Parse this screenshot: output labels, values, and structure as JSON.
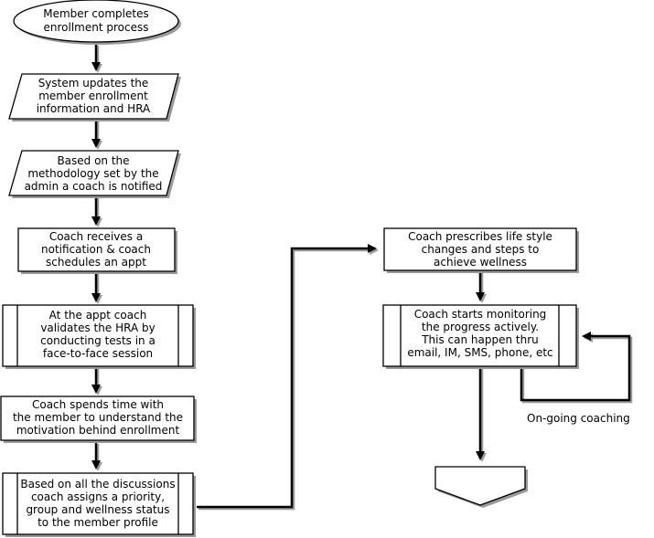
{
  "nodes": {
    "start": [
      "Member completes",
      "enrollment process"
    ],
    "system_update": [
      "System updates the",
      "member enrollment",
      "information and HRA"
    ],
    "coach_notified": [
      "Based on the",
      "methodology set by the",
      "admin a coach is notified"
    ],
    "coach_receives": [
      "Coach receives a",
      "notification & coach",
      "schedules an appt"
    ],
    "validate_hra": [
      "At the appt coach",
      "validates the HRA by",
      "conducting tests in a",
      "face-to-face session"
    ],
    "understand_motivation": [
      "Coach spends time with",
      "the member to understand the",
      "motivation behind enrollment"
    ],
    "assign_priority": [
      "Based on all the discussions",
      "coach assigns a priority,",
      "group and wellness status",
      "to the member profile"
    ],
    "prescribe_changes": [
      "Coach prescribes life style",
      "changes and steps to",
      "achieve wellness"
    ],
    "monitor_progress": [
      "Coach starts monitoring",
      "the progress actively.",
      "This can happen thru",
      "email, IM, SMS, phone, etc"
    ]
  },
  "loop_label": "On-going coaching"
}
